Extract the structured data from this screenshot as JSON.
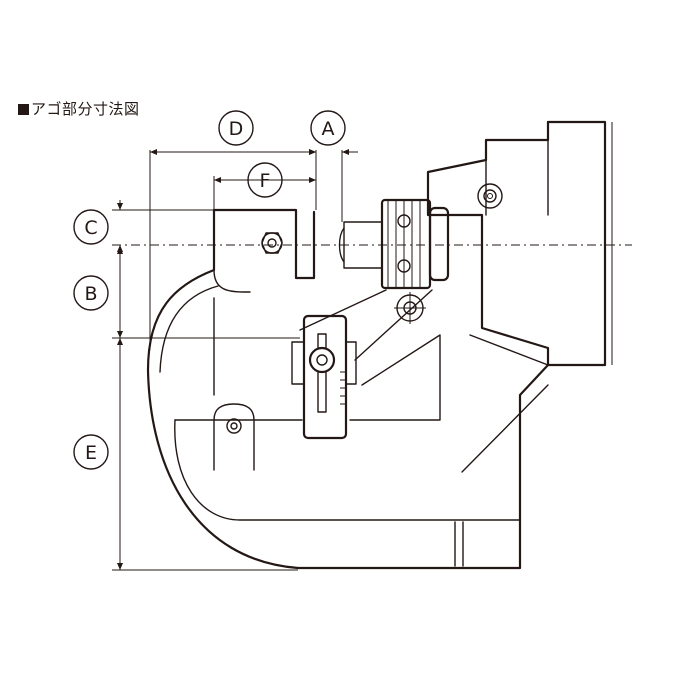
{
  "caption": "アゴ部分寸法図",
  "dimensions": {
    "A": "A",
    "B": "B",
    "C": "C",
    "D": "D",
    "E": "E",
    "F": "F"
  }
}
